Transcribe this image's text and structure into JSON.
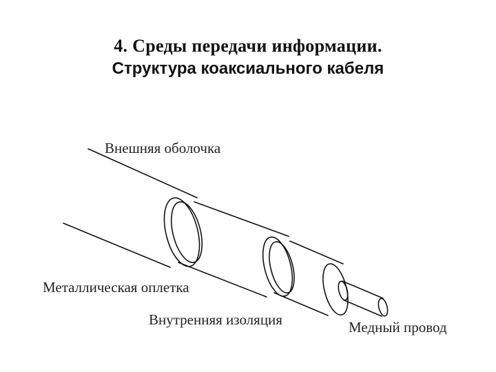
{
  "title": {
    "line1": "4. Среды передачи информации.",
    "line2": "Структура коаксиального кабеля"
  },
  "labels": {
    "outer_jacket": "Внешняя оболочка",
    "metal_braid": "Металлическая оплетка",
    "inner_insulation": "Внутренняя изоляция",
    "copper_wire": "Медный провод"
  }
}
